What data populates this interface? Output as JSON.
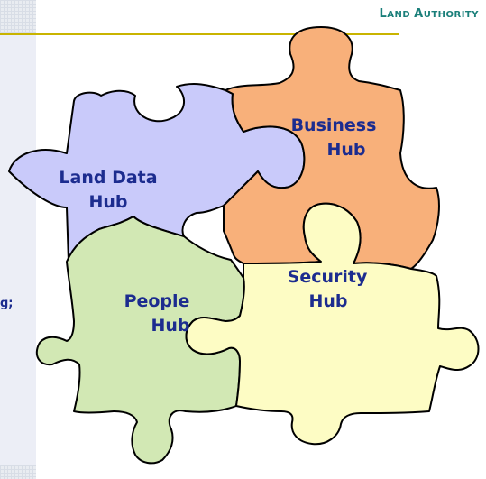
{
  "header": {
    "brand_first": "L",
    "brand_rest_1": "AND ",
    "brand_second": "A",
    "brand_rest_2": "UTHORITY"
  },
  "left_panel": {
    "fragment": "g;"
  },
  "pieces": [
    {
      "key": "land",
      "line1": "Land Data",
      "line2": "Hub",
      "color": "#c9cafa"
    },
    {
      "key": "business",
      "line1": "Business",
      "line2": "Hub",
      "color": "#f8b07a"
    },
    {
      "key": "people",
      "line1": "People",
      "line2": "Hub",
      "color": "#d2e8b4"
    },
    {
      "key": "security",
      "line1": "Security",
      "line2": "Hub",
      "color": "#fdfcc4"
    }
  ]
}
